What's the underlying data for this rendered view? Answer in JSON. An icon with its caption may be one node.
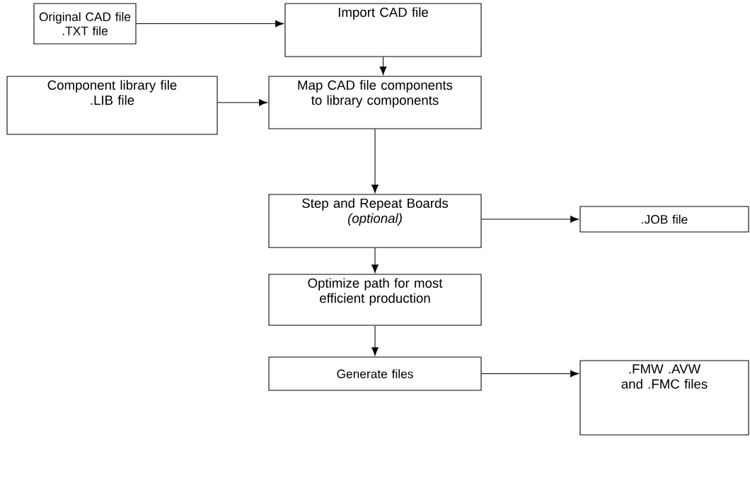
{
  "diagram": {
    "nodes": [
      {
        "text": [
          "Original CAD file",
          ".TXT file"
        ]
      },
      {
        "text": [
          "Import CAD file"
        ]
      },
      {
        "text": [
          "Component library file",
          ".LIB file"
        ]
      },
      {
        "text": [
          "Map CAD file components to library components"
        ]
      },
      {
        "text": [
          "Step and Repeat Boards",
          "(optional)"
        ]
      },
      {
        "text": [
          ".JOB file"
        ]
      },
      {
        "text": [
          "Optimize path for most efficient production"
        ]
      },
      {
        "text": [
          "Generate files"
        ]
      },
      {
        "text": [
          ".FMW .AVW and .FMC files"
        ]
      }
    ],
    "edges": [
      {
        "from": 0,
        "to": 1,
        "arrow": "to"
      },
      {
        "from": 1,
        "to": 3,
        "arrow": "to"
      },
      {
        "from": 2,
        "to": 3,
        "arrow": "to"
      },
      {
        "from": 3,
        "to": 4,
        "arrow": "to"
      },
      {
        "from": 4,
        "to": 5,
        "arrow": "to"
      },
      {
        "from": 4,
        "to": 6,
        "arrow": "to"
      },
      {
        "from": 6,
        "to": 7,
        "arrow": "to"
      },
      {
        "from": 7,
        "to": 8,
        "arrow": "to"
      }
    ]
  }
}
